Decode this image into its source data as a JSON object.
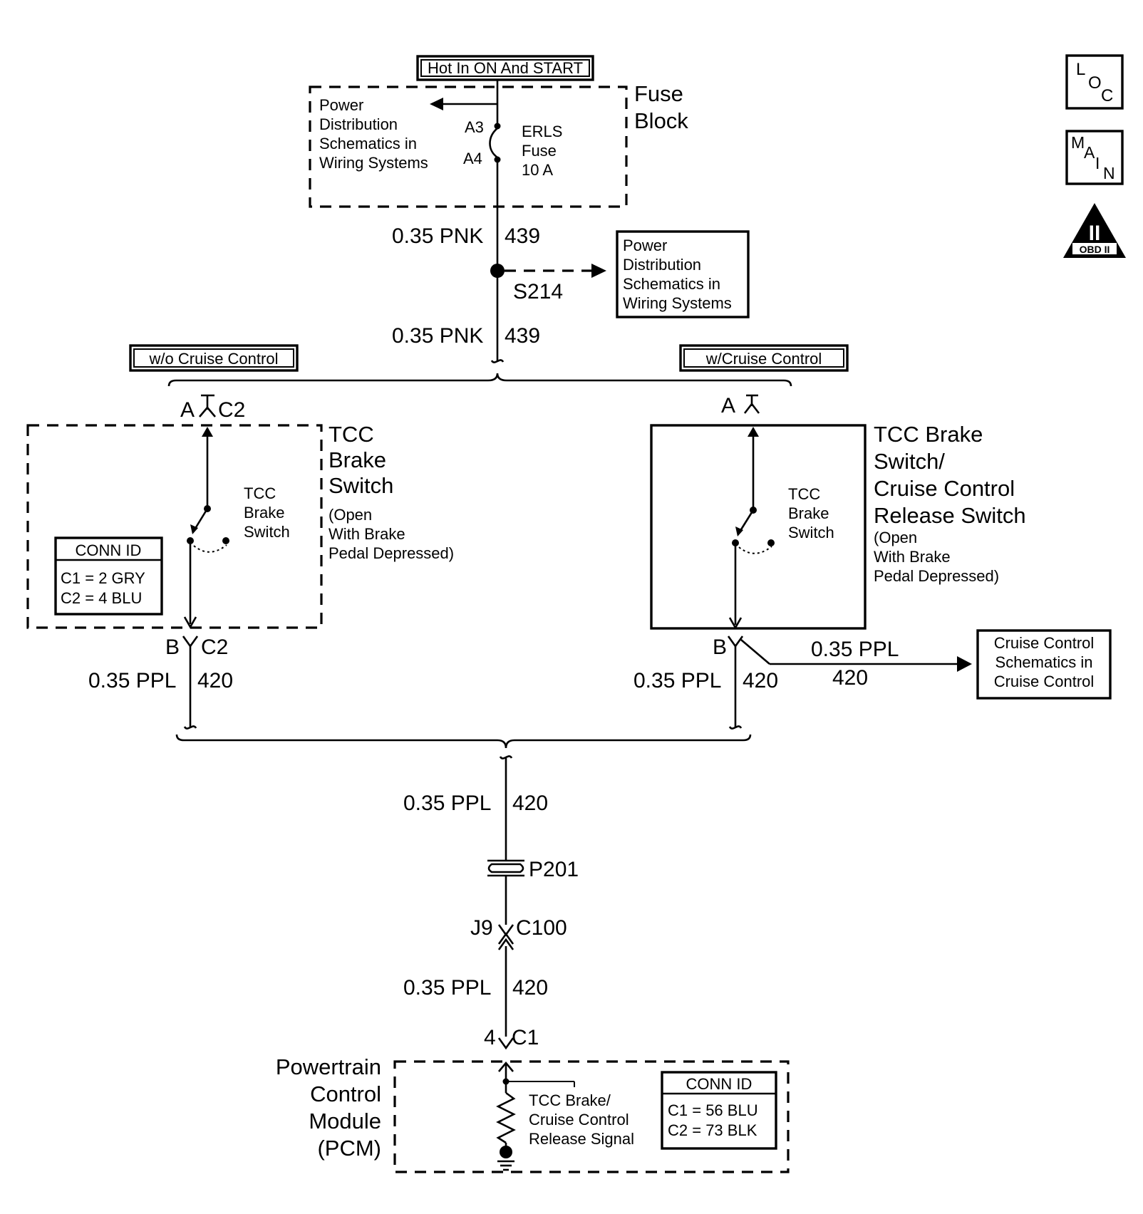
{
  "badges": {
    "loc": [
      "L",
      "O",
      "C"
    ],
    "main": [
      "M",
      "A",
      "I",
      "N"
    ],
    "obd_numeral": "II",
    "obd_text": "OBD II"
  },
  "header": {
    "hot_label": "Hot In ON And START"
  },
  "fuse_block": {
    "title_lines": [
      "Fuse",
      "Block"
    ],
    "power_ref_lines": [
      "Power",
      "Distribution",
      "Schematics in",
      "Wiring Systems"
    ],
    "pin_top": "A3",
    "pin_bottom": "A4",
    "fuse_lines": [
      "ERLS",
      "Fuse",
      "10 A"
    ]
  },
  "wires": {
    "pnk_size": "0.35 PNK",
    "pnk_circuit": "439",
    "ppl_size": "0.35 PPL",
    "ppl_circuit": "420"
  },
  "splice": {
    "name": "S214",
    "ref_lines": [
      "Power",
      "Distribution",
      "Schematics in",
      "Wiring Systems"
    ]
  },
  "option_left": {
    "label": "w/o Cruise Control",
    "top_conn_pin": "A",
    "top_conn_id": "C2",
    "bottom_conn_pin": "B",
    "bottom_conn_id": "C2",
    "title_lines": [
      "TCC",
      "Brake",
      "Switch"
    ],
    "note_lines": [
      "(Open",
      "With Brake",
      "Pedal Depressed)"
    ],
    "switch_label_lines": [
      "TCC",
      "Brake",
      "Switch"
    ],
    "conn_id": {
      "title": "CONN ID",
      "lines": [
        "C1  =  2 GRY",
        "C2  =  4 BLU"
      ]
    }
  },
  "option_right": {
    "label": "w/Cruise Control",
    "top_conn_pin": "A",
    "bottom_conn_pin": "B",
    "title_lines": [
      "TCC Brake",
      "Switch/",
      "Cruise Control",
      "Release Switch"
    ],
    "note_lines": [
      "(Open",
      "With Brake",
      "Pedal Depressed)"
    ],
    "switch_label_lines": [
      "TCC",
      "Brake",
      "Switch"
    ],
    "cruise_ref_lines": [
      "Cruise Control",
      "Schematics in",
      "Cruise Control"
    ]
  },
  "inline": {
    "pass_through": "P201",
    "conn_pin": "J9",
    "conn_id": "C100"
  },
  "pcm": {
    "conn_pin": "4",
    "conn_id": "C1",
    "title_lines": [
      "Powertrain",
      "Control",
      "Module",
      "(PCM)"
    ],
    "signal_lines": [
      "TCC Brake/",
      "Cruise Control",
      "Release Signal"
    ],
    "conn_id_box": {
      "title": "CONN ID",
      "lines": [
        "C1  =  56 BLU",
        "C2  =  73 BLK"
      ]
    }
  }
}
